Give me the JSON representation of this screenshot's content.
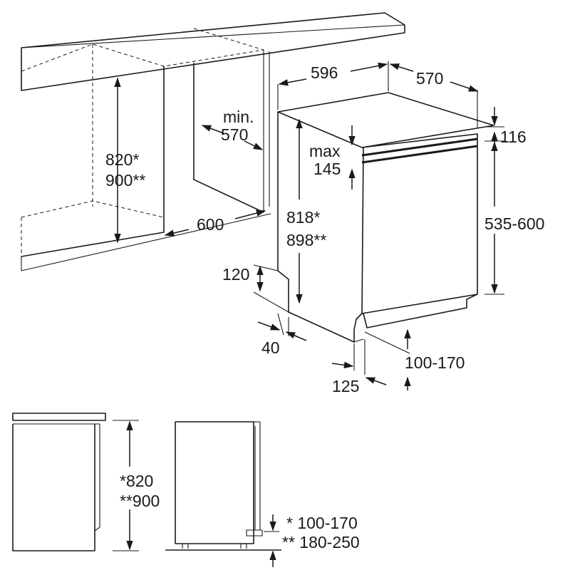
{
  "diagram": {
    "colors": {
      "ink": "#1a1a1a",
      "background": "#ffffff"
    },
    "labels": {
      "niche_height": [
        "820*",
        "900**"
      ],
      "niche_min_depth": [
        "min.",
        "570"
      ],
      "niche_width": "600",
      "appliance_width": "596",
      "appliance_depth": "570",
      "top_offset": "116",
      "max_door": [
        "max",
        "145"
      ],
      "appliance_height": [
        "818*",
        "898**"
      ],
      "door_height": "535-600",
      "plinth_height": "120",
      "plinth_recess": "40",
      "door_gap": "100-170",
      "foot_offset": "125",
      "side_height": [
        "*820",
        "**900"
      ],
      "side_plinth": [
        "* 100-170",
        "** 180-250"
      ]
    }
  }
}
